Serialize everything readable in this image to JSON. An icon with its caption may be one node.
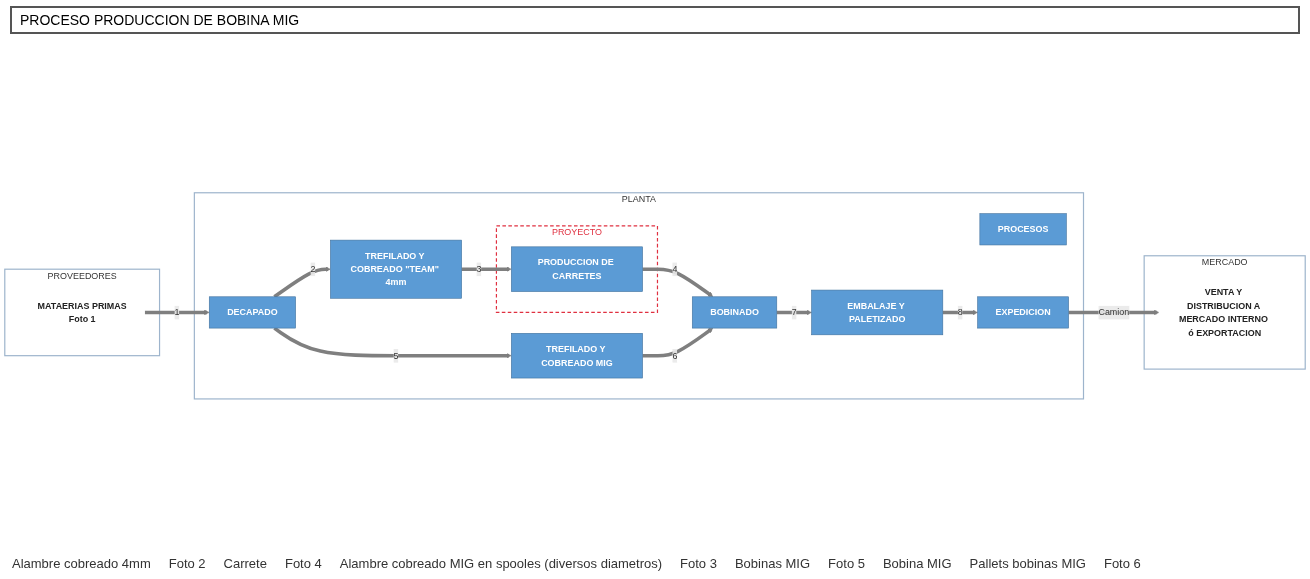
{
  "diagram": {
    "title": "PROCESO PRODUCCION DE BOBINA MIG",
    "nodes": [
      {
        "text": [
          "PROVEEDORES"
        ]
      },
      {
        "text": [
          "MATAERIAS PRIMAS",
          "Foto 1"
        ],
        "in": 0
      },
      {
        "text": [
          "PLANTA"
        ]
      },
      {
        "text": [
          "PROCESOS"
        ],
        "in": 2
      },
      {
        "text": [
          "DECAPADO"
        ],
        "in": 2
      },
      {
        "text": [
          "TREFILADO Y COBREADO \"TEAM\" 4mm"
        ],
        "in": 2
      },
      {
        "text": [
          "TREFILADO Y COBREADO MIG"
        ],
        "in": 2
      },
      {
        "text": [
          "PROYECTO"
        ],
        "in": 2
      },
      {
        "text": [
          "PRODUCCION DE CARRETES"
        ],
        "in": 7
      },
      {
        "text": [
          "BOBINADO"
        ],
        "in": 2
      },
      {
        "text": [
          "EMBALAJE Y PALETIZADO"
        ],
        "in": 2
      },
      {
        "text": [
          "EXPEDICION"
        ],
        "in": 2
      },
      {
        "text": [
          "MERCADO"
        ]
      },
      {
        "text": [
          "VENTA Y DISTRIBUCION A MERCADO INTERNO ó EXPORTACION"
        ],
        "in": 12
      }
    ],
    "edges": [
      {
        "from": 1,
        "to": 4,
        "arrow": "to",
        "label": "1"
      },
      {
        "from": 4,
        "to": 5,
        "arrow": "to",
        "label": "2"
      },
      {
        "from": 4,
        "to": 6,
        "arrow": "to",
        "label": "5"
      },
      {
        "from": 5,
        "to": 8,
        "arrow": "to",
        "label": "3"
      },
      {
        "from": 8,
        "to": 9,
        "arrow": "to",
        "label": "4"
      },
      {
        "from": 6,
        "to": 9,
        "arrow": "to",
        "label": "6"
      },
      {
        "from": 9,
        "to": 10,
        "arrow": "to",
        "label": "7"
      },
      {
        "from": 10,
        "to": 11,
        "arrow": "to",
        "label": "8"
      },
      {
        "from": 11,
        "to": 13,
        "arrow": "to",
        "label": "Camion"
      }
    ],
    "labels": [
      "Alambre cobreado 4mm",
      "Foto 2",
      "Carrete",
      "Foto 4",
      "Alambre cobreado MIG en spooles (diversos diametros)",
      "Foto 3",
      "Bobinas MIG",
      "Foto 5",
      "Bobina MIG",
      "Pallets bobinas MIG",
      "Foto 6"
    ]
  }
}
